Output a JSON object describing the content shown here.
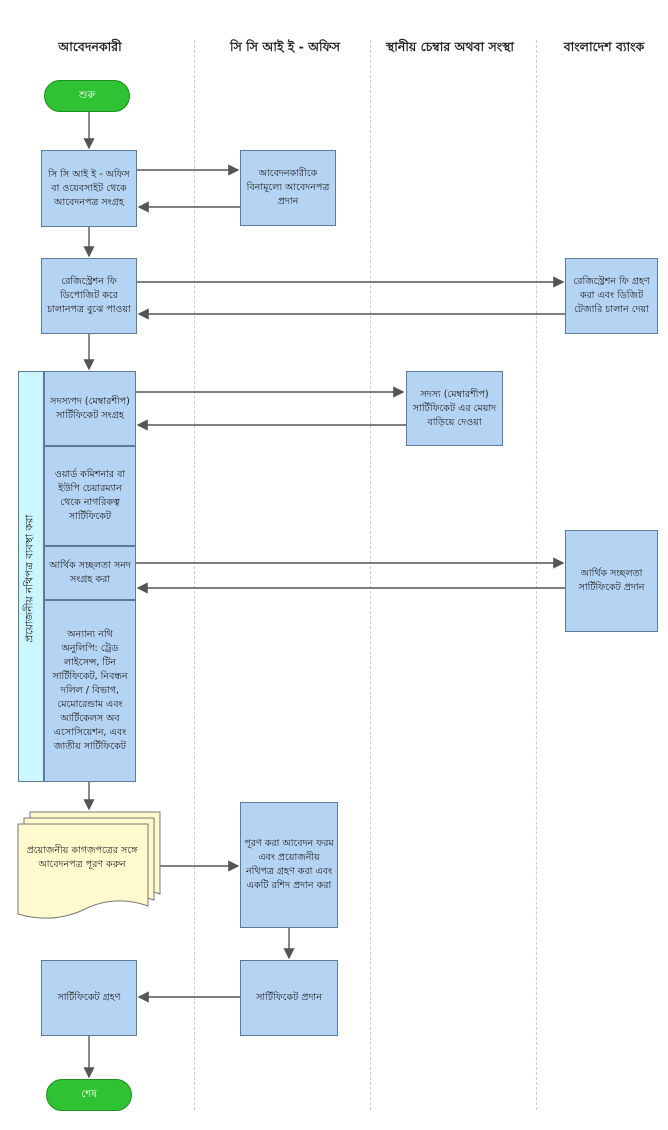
{
  "lanes": {
    "applicant": "আবেদনকারী",
    "cci_office": "সি সি আই ই - অফিস",
    "local_chamber": "স্থানীয় চেম্বার অথবা সংস্থা",
    "bangladesh_bank": "বাংলাদেশ ব্যাংক"
  },
  "terminals": {
    "start": "শুরু",
    "end": "শেষ"
  },
  "steps": {
    "collect_form": "সি সি আই ই - অফিস বা ওয়েবসাইট থেকে আবেদনপত্র সংগ্রহ",
    "provide_form": "আবেদনকারীকে বিনামূল্যে আবেদনপত্র প্রদান",
    "deposit_fee": "রেজিস্ট্রেশন ফি ডিপোজিট করে চালানপত্র বুঝে পাওয়া",
    "receive_fee": "রেজিস্ট্রেশন ফি গ্রহণ করা এবং ডিজিট টেজারি চালান দেয়া",
    "collect_membership": "সদস্যপদ (মেম্বারশীপ) সার্টিফিকেট সংগ্রহ",
    "extend_membership": "সদস্য (মেম্বারশীপ) সার্টিফিকেট এর মেয়াদ বাড়িয়ে দেওয়া",
    "citizenship_cert": "ওয়ার্ড কমিশনার বা ইউপি চেয়ারম্যান থেকে নাগরিকত্ব সার্টিফিকেট",
    "solvency_collect": "আর্থিক সচ্ছলতা সনদ সংগ্রহ করা",
    "solvency_provide": "আর্থিক সচ্ছলতা সার্টিফিকেট প্রদান",
    "other_documents": "অন্যান্য নথি অনুলিপি: ট্রেড লাইসেন্স, টিন সার্টিফিকেট, নিবন্ধন দলিল / বিভাগ, মেমোরেন্ডাম এবং আর্টিকেলস অব এসোসিয়েশন, এবং জাতীয় সার্টিফিকেট",
    "fill_form": "প্রয়োজনীয় কাগজপত্রের সঙ্গে আবেদনপত্র পূরণ করুন",
    "accept_form": "পূরণ করা আবেদন ফরম এবং প্রয়োজনীয় নথিপত্র গ্রহণ করা এবং একটি রশিদ প্রদান করা",
    "provide_cert": "সার্টিফিকেট প্রদান",
    "receive_cert": "সার্টিফিকেট গ্রহণ"
  },
  "sidebar_label": "প্রয়োজনীয় নথিপত্র ব্যবস্থা করা",
  "colors": {
    "process_fill": "#b5d3f2",
    "terminal_fill": "#2fc233",
    "sidebar_fill": "#ccf6ff",
    "document_fill": "#fffacd",
    "connector": "#555555"
  }
}
